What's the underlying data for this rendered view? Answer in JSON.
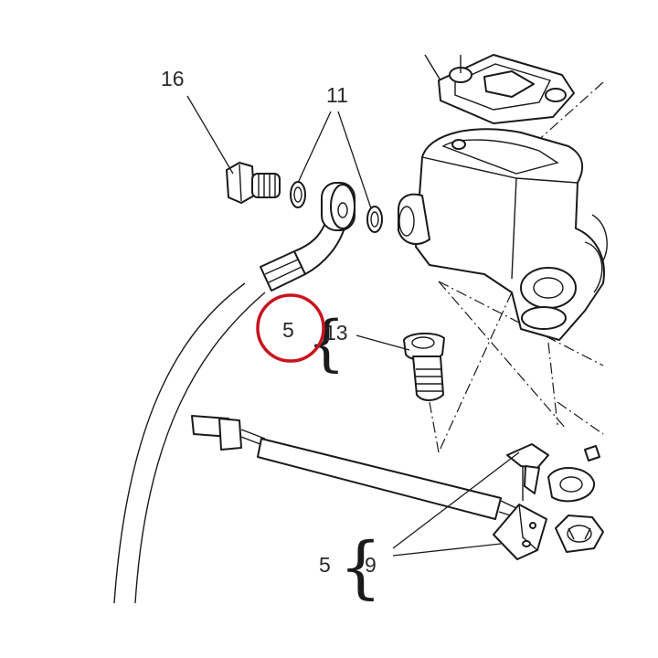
{
  "callouts": {
    "banjo_bolt": "16",
    "washers": "11",
    "kit_top": "5",
    "screw": "13",
    "kit_bottom": "5",
    "switch": "9"
  },
  "colors": {
    "highlight_ring": "#c8141e",
    "line": "#1a1a1a",
    "label": "#2a2a2a"
  }
}
